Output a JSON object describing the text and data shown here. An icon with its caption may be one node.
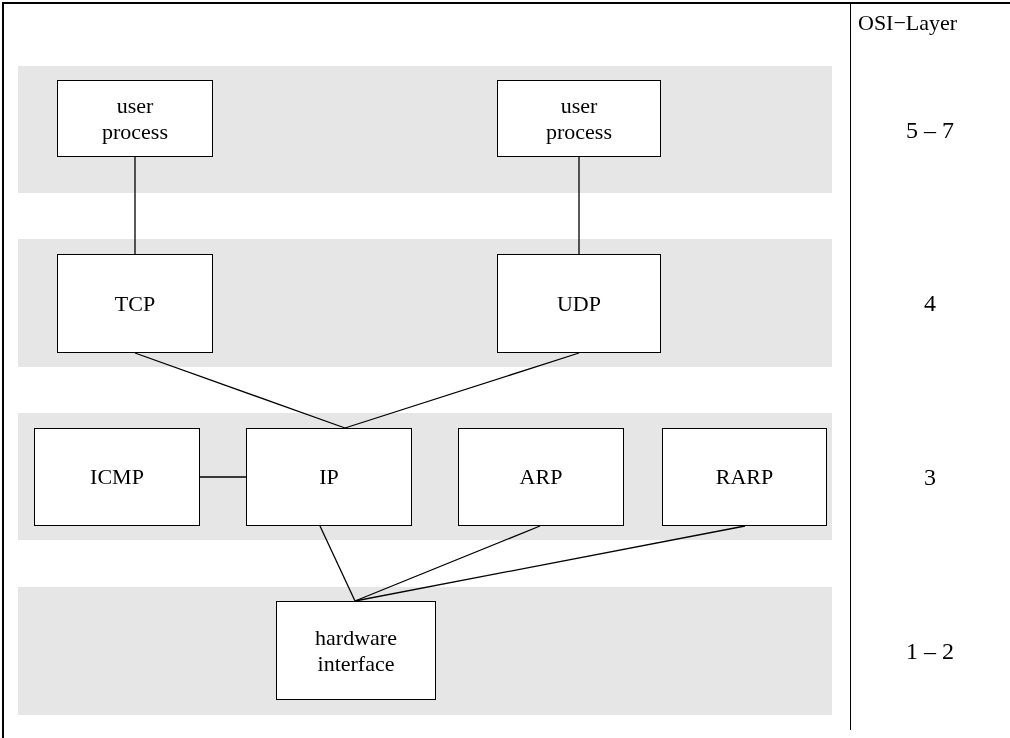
{
  "diagram": {
    "nodes": [
      {
        "text": [],
        "shape": "band",
        "beside": [
          "5 – 7"
        ]
      },
      {
        "text": [
          "user process"
        ],
        "in": 0
      },
      {
        "text": [
          "user process"
        ],
        "in": 0
      },
      {
        "text": [],
        "shape": "band",
        "beside": [
          "4"
        ]
      },
      {
        "text": [
          "TCP"
        ],
        "in": 3
      },
      {
        "text": [
          "UDP"
        ],
        "in": 3
      },
      {
        "text": [],
        "shape": "band",
        "beside": [
          "3"
        ]
      },
      {
        "text": [
          "ICMP"
        ],
        "in": 6
      },
      {
        "text": [
          "IP"
        ],
        "in": 6
      },
      {
        "text": [
          "ARP"
        ],
        "in": 6
      },
      {
        "text": [
          "RARP"
        ],
        "in": 6
      },
      {
        "text": [],
        "shape": "band",
        "beside": [
          "1 – 2"
        ]
      },
      {
        "text": [
          "hardware interface"
        ],
        "in": 11
      }
    ],
    "edges": [
      {
        "from": 1,
        "to": 4,
        "arrow": "none"
      },
      {
        "from": 2,
        "to": 5,
        "arrow": "none"
      },
      {
        "from": 4,
        "to": 8,
        "arrow": "none"
      },
      {
        "from": 5,
        "to": 8,
        "arrow": "none"
      },
      {
        "from": 7,
        "to": 8,
        "arrow": "none"
      },
      {
        "from": 8,
        "to": 12,
        "arrow": "none"
      },
      {
        "from": 9,
        "to": 12,
        "arrow": "none"
      },
      {
        "from": 10,
        "to": 12,
        "arrow": "none"
      }
    ],
    "labels": [
      "OSI−Layer"
    ]
  }
}
